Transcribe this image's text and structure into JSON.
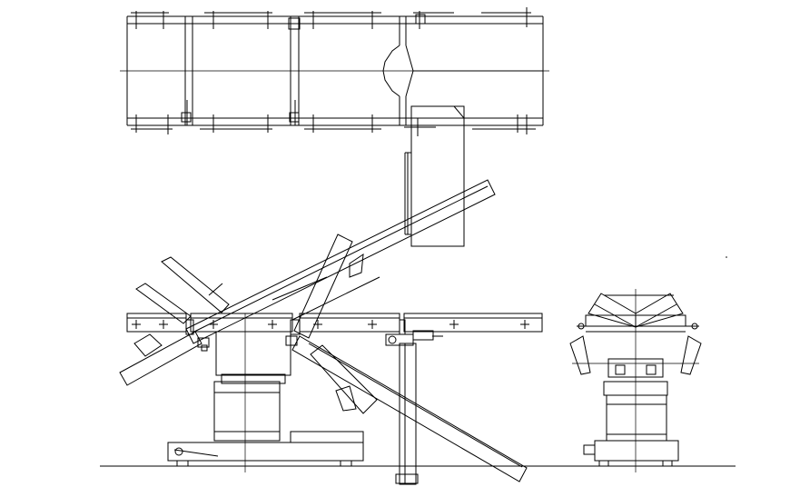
{
  "drawing": {
    "views": [
      {
        "id": "top-view",
        "description_visible": ""
      },
      {
        "id": "side-view",
        "description_visible": ""
      },
      {
        "id": "end-view",
        "description_visible": ""
      }
    ],
    "stroke_color": "#000000",
    "background_color": "#ffffff"
  }
}
